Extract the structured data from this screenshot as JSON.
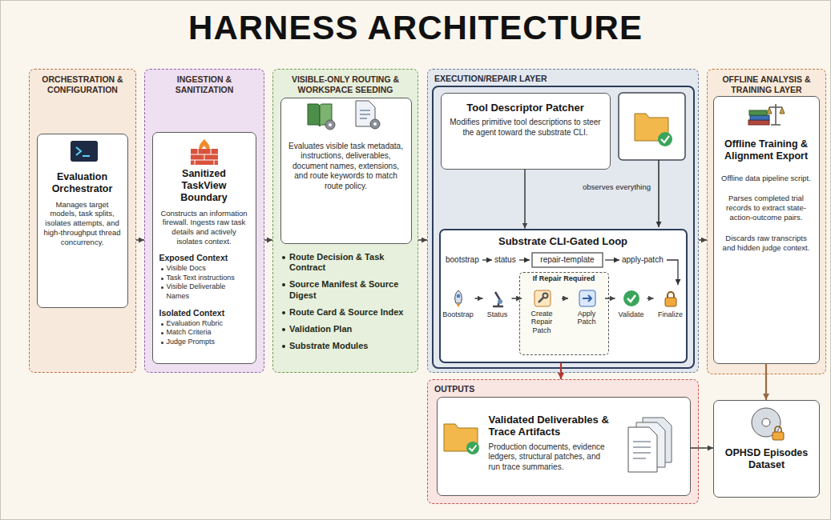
{
  "diagram": {
    "title": "HARNESS ARCHITECTURE",
    "nodes": [
      {
        "text": [
          "ORCHESTRATION & CONFIGURATION"
        ]
      },
      {
        "text": [
          "Evaluation Orchestrator",
          "Manages target models, task splits, isolates attempts, and high-throughput thread concurrency."
        ],
        "in": 0
      },
      {
        "text": [
          "INGESTION & SANITIZATION"
        ]
      },
      {
        "text": [
          "Sanitized TaskView Boundary",
          "Constructs an information firewall. Ingests raw task details and actively isolates context.",
          "Exposed Context",
          "Visible Docs",
          "Task Text instructions",
          "Visible Deliverable Names",
          "Isolated Context",
          "Evaluation Rubric",
          "Match Criteria",
          "Judge Prompts"
        ],
        "in": 2
      },
      {
        "text": [
          "VISIBLE-ONLY ROUTING & WORKSPACE SEEDING",
          "Route Decision & Task Contract",
          "Source Manifest & Source Digest",
          "Route Card & Source Index",
          "Validation Plan",
          "Substrate Modules"
        ]
      },
      {
        "text": [
          "Evaluates visible task metadata, instructions, deliverables, document names, extensions, and route keywords to match route policy."
        ],
        "in": 4
      },
      {
        "text": [
          "EXECUTION/REPAIR LAYER"
        ]
      },
      {
        "text": [
          "Tool Descriptor Patcher",
          "Modifies primitive tool descriptions to steer the agent toward the substrate CLI."
        ],
        "in": 6
      },
      {
        "text": [
          "Substrate CLI-Gated Loop"
        ],
        "in": 6
      },
      {
        "text": [
          "Bootstrap"
        ],
        "in": 8
      },
      {
        "text": [
          "Status"
        ],
        "in": 8
      },
      {
        "text": [
          "If Repair Required"
        ],
        "in": 8
      },
      {
        "text": [
          "Create Repair Patch"
        ],
        "in": 11
      },
      {
        "text": [
          "Apply Patch"
        ],
        "in": 11
      },
      {
        "text": [
          "Validate"
        ],
        "in": 8
      },
      {
        "text": [
          "Finalize"
        ],
        "in": 8
      },
      {
        "text": [
          "OFFLINE ANALYSIS & TRAINING LAYER"
        ]
      },
      {
        "text": [
          "Offline Training & Alignment Export",
          "Offline data pipeline script.",
          "Parses completed trial records to extract state-action-outcome pairs.",
          "Discards raw transcripts and hidden judge context."
        ],
        "in": 16
      },
      {
        "text": [
          "OUTPUTS"
        ]
      },
      {
        "text": [
          "Validated Deliverables & Trace Artifacts",
          "Production documents, evidence ledgers, structural patches, and run trace summaries."
        ],
        "in": 18
      },
      {
        "text": [
          "OPHSD Episodes Dataset"
        ]
      }
    ],
    "edges": [
      {
        "from": 0,
        "to": 2,
        "arrow": "to"
      },
      {
        "from": 2,
        "to": 4,
        "arrow": "to"
      },
      {
        "from": 4,
        "to": 6,
        "arrow": "to"
      },
      {
        "from": 6,
        "to": 16,
        "arrow": "to"
      },
      {
        "from": 7,
        "to": 8,
        "arrow": "to"
      },
      {
        "from": 9,
        "to": 10,
        "arrow": "to"
      },
      {
        "from": 10,
        "to": 12,
        "arrow": "to"
      },
      {
        "from": 12,
        "to": 13,
        "arrow": "to"
      },
      {
        "from": 13,
        "to": 14,
        "arrow": "to"
      },
      {
        "from": 14,
        "to": 15,
        "arrow": "to"
      },
      {
        "from": 8,
        "to": 18,
        "arrow": "to"
      },
      {
        "from": 17,
        "to": 20,
        "arrow": "to"
      },
      {
        "from": 19,
        "to": 20,
        "arrow": "to"
      }
    ],
    "labels": [
      "observes everything",
      "bootstrap",
      "status",
      "repair-template",
      "apply-patch"
    ]
  }
}
